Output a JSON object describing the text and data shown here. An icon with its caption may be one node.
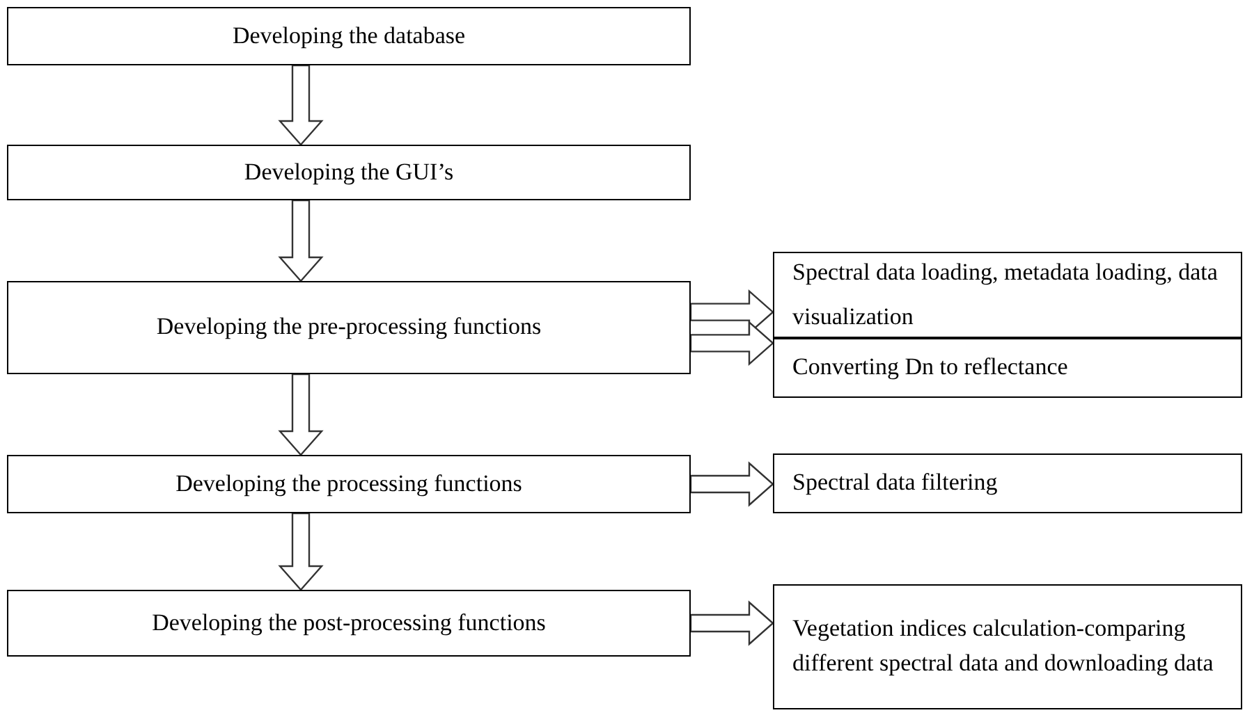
{
  "diagram": {
    "nodes": [
      {
        "text": [
          "Developing the database"
        ]
      },
      {
        "text": [
          "Developing the GUI’s"
        ]
      },
      {
        "text": [
          "Developing the pre-processing functions"
        ]
      },
      {
        "text": [
          "Spectral data loading, metadata loading, data visualization"
        ]
      },
      {
        "text": [
          "Converting Dn to reflectance"
        ]
      },
      {
        "text": [
          "Developing the processing functions"
        ]
      },
      {
        "text": [
          "Spectral data filtering"
        ]
      },
      {
        "text": [
          "Developing the post-processing functions"
        ]
      },
      {
        "text": [
          "Vegetation indices calculation-comparing different spectral data and downloading data"
        ]
      }
    ],
    "edges": [
      {
        "from": 0,
        "to": 1,
        "arrow": "to"
      },
      {
        "from": 1,
        "to": 2,
        "arrow": "to"
      },
      {
        "from": 2,
        "to": 3,
        "arrow": "to"
      },
      {
        "from": 2,
        "to": 4,
        "arrow": "to"
      },
      {
        "from": 2,
        "to": 5,
        "arrow": "to"
      },
      {
        "from": 5,
        "to": 6,
        "arrow": "to"
      },
      {
        "from": 5,
        "to": 7,
        "arrow": "to"
      },
      {
        "from": 7,
        "to": 8,
        "arrow": "to"
      }
    ]
  }
}
